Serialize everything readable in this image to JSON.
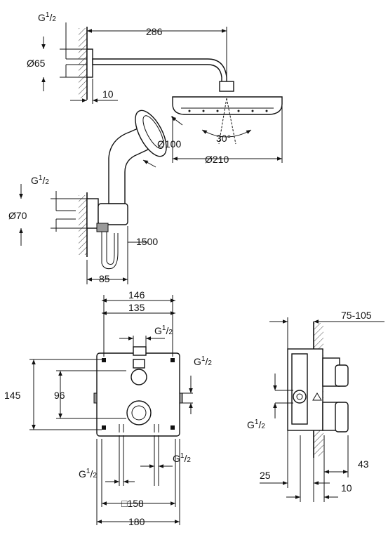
{
  "thread_prefix": "G",
  "thread_frac_num": "1",
  "thread_frac_den": "2",
  "top": {
    "arm_length": "286",
    "flange_dia": "Ø65",
    "flange_depth": "10",
    "head_dia": "Ø210",
    "tilt_angle": "30°",
    "handshower_dia": "Ø100",
    "elbow_dia": "Ø70",
    "hose_length": "1500",
    "holder_depth": "85"
  },
  "front": {
    "width_outer": "146",
    "width_inner": "135",
    "height_outer": "145",
    "height_inner": "96",
    "frame_square": "□158",
    "frame_width": "180"
  },
  "side": {
    "depth_range": "75-105",
    "depth_43": "43",
    "depth_25": "25",
    "depth_10": "10"
  }
}
